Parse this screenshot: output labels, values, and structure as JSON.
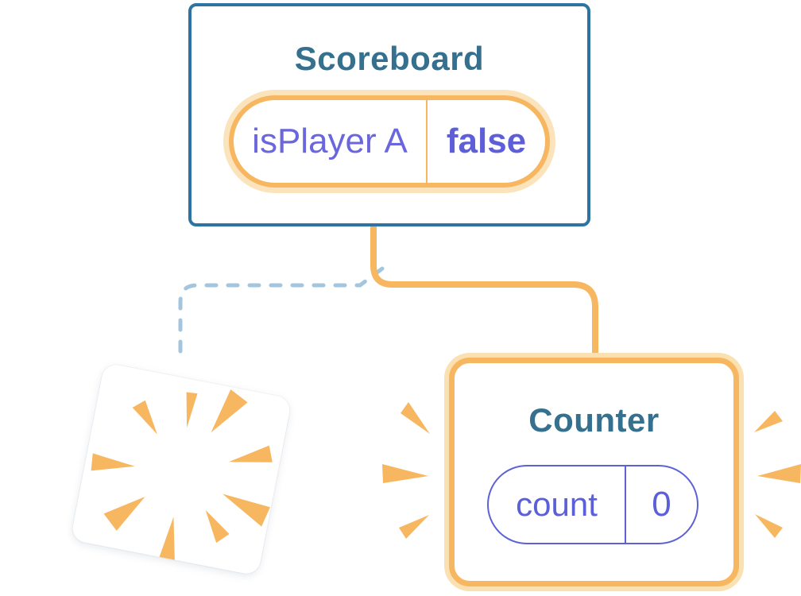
{
  "scoreboard": {
    "title": "Scoreboard",
    "state": {
      "name": "isPlayer A",
      "value": "false"
    },
    "badge_icon": "sparkles-icon"
  },
  "counter": {
    "title": "Counter",
    "state": {
      "name": "count",
      "value": "0"
    },
    "emphasis_icon": "spark-lines-icon"
  },
  "destroyed_component": {
    "icon": "poof-burst-icon"
  },
  "connectors": {
    "kept_branch": "solid-orange",
    "removed_branch": "dashed-blue"
  },
  "colors": {
    "card_border_blue": "#2E74A3",
    "title_teal": "#35708E",
    "accent_orange": "#F7B761",
    "orange_glow": "#FBE0B2",
    "state_purple": "#5C62D6",
    "value_purple": "#5E5FD8",
    "dashed_blue": "#A3C6DE",
    "card_background": "#FFFFFF"
  }
}
